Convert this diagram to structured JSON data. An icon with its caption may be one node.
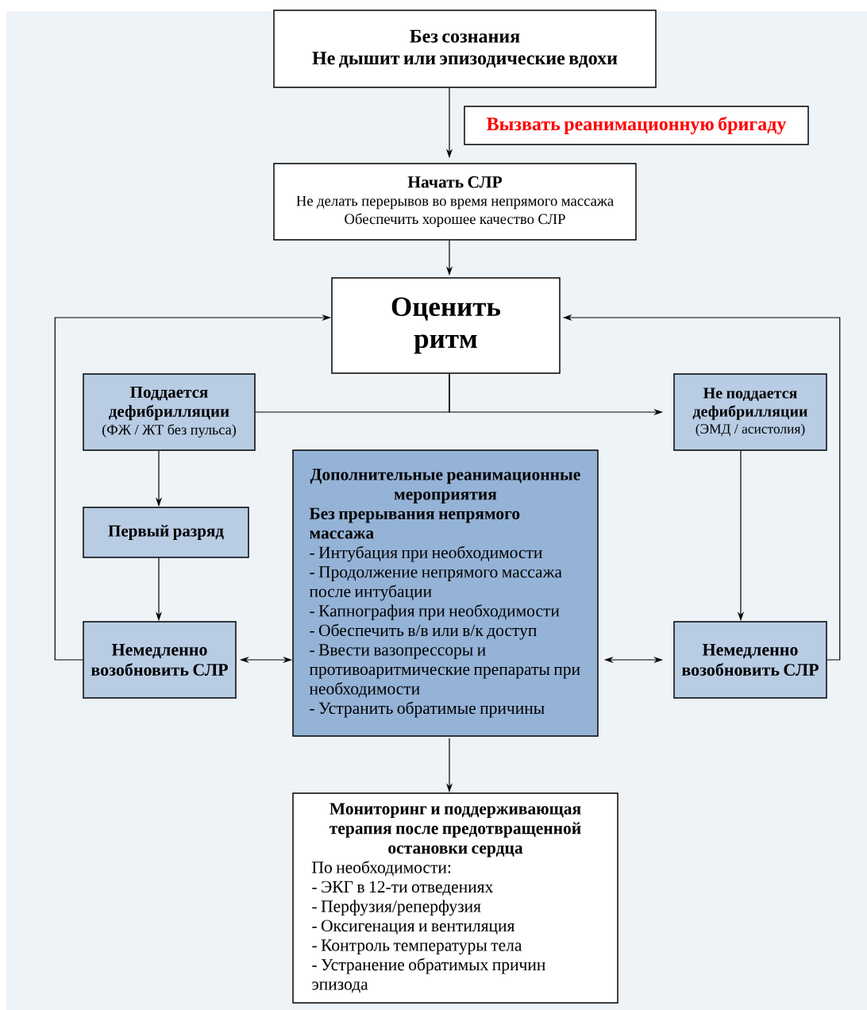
{
  "diagram": {
    "nodes": [
      {
        "text": [
          "Без сознания",
          "Не дышит или эпизодические вдохи"
        ]
      },
      {
        "text": [
          "Вызвать реанимационную бригаду"
        ]
      },
      {
        "text": [
          "Начать СЛР",
          "Не делать перерывов во время непрямого массажа",
          "Обеспечить хорошее качество СЛР"
        ]
      },
      {
        "text": [
          "Оценить ритм"
        ]
      },
      {
        "text": [
          "Поддается дефибрилляции",
          "(ФЖ / ЖТ без пульса)"
        ]
      },
      {
        "text": [
          "Не поддается дефибрилляции",
          "(ЭМД / асистолия)"
        ]
      },
      {
        "text": [
          "Первый разряд"
        ]
      },
      {
        "text": [
          "Дополнительные реанимационные мероприятия",
          "Без прерывания непрямого массажа",
          "- Интубация при необходимости",
          "- Продолжение непрямого массажа после интубации",
          "- Капнография при необходимости",
          "- Обеспечить в/в или в/к доступ",
          "- Ввести вазопрессоры и противоаритмические препараты при необходимости",
          "- Устранить обратимые причины"
        ]
      },
      {
        "text": [
          "Немедленно возобновить СЛР"
        ]
      },
      {
        "text": [
          "Немедленно возобновить СЛР"
        ]
      },
      {
        "text": [
          "Мониторинг и поддерживающая терапия после предотвращенной остановки сердца",
          "По необходимости:",
          "- ЭКГ в 12-ти отведениях",
          "- Перфузия/реперфузия",
          "- Оксигенация и вентиляция",
          "- Контроль температуры тела",
          "- Устранение обратимых причин эпизода"
        ]
      }
    ],
    "edges": [
      {
        "from": 0,
        "to": 2,
        "arrow": "to"
      },
      {
        "from": 2,
        "to": 3,
        "arrow": "to"
      },
      {
        "from": 3,
        "to": 4,
        "arrow": "none"
      },
      {
        "from": 3,
        "to": 5,
        "arrow": "to"
      },
      {
        "from": 4,
        "to": 6,
        "arrow": "to"
      },
      {
        "from": 6,
        "to": 8,
        "arrow": "to"
      },
      {
        "from": 5,
        "to": 9,
        "arrow": "to"
      },
      {
        "from": 8,
        "to": 3,
        "arrow": "to"
      },
      {
        "from": 9,
        "to": 3,
        "arrow": "to"
      },
      {
        "from": 8,
        "to": 7,
        "arrow": "both"
      },
      {
        "from": 7,
        "to": 9,
        "arrow": "both"
      },
      {
        "from": 7,
        "to": 10,
        "arrow": "to"
      }
    ]
  }
}
